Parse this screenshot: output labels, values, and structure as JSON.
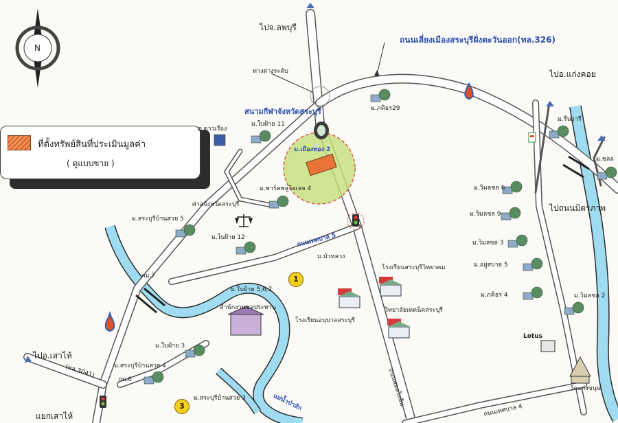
{
  "compass": {
    "north_label": "N"
  },
  "legend": {
    "title": "ที่ตั้งทรัพย์สินที่ประเมินมูลค่า",
    "subtitle": "( ดูแบบขาย )",
    "swatch_color": "#e8743a"
  },
  "colors": {
    "highway_label": "#2c4fb0",
    "river": "#8fd3ec",
    "subject_zone": "#c6e07a",
    "road": "#ffffff"
  },
  "labels": {
    "to_lopburi": "ไปจ.ลพบุรี",
    "bypass_road": "ถนนเลี่ยงเมืองสระบุรีฝั่งตะวันออก(ทล.326)",
    "to_kaeng_khoi": "ไปอ.แก่งคอย",
    "interchange": "ทางต่างระดับ",
    "stadium": "สนามกีฬาจังหวัดสระบุรี",
    "pradit_29": "ม.ภคิธร29",
    "mueang_thong_2": "ม.เมืองทอง 2",
    "dao_rueang": "ต.ดาวเรือง",
    "ban_fai_11": "ม.ใบฝ้าย 11",
    "park_ville_4": "ม.พาร์คพลูวิลเลจ 4",
    "court": "ศาลจังหวัดสระบุรี",
    "saraburi_ban_suan_5": "ม.สระบุรีบ้านสวย 5",
    "ban_fai_12": "ม.ใบฝ้าย 12",
    "soi_tessaban_5": "ถนนเทศบาล 5",
    "bua_luang": "ม.บัวหลวง",
    "km7": "กม.7",
    "ban_fai_567": "ม.ใบฝ้าย 5,6,7",
    "saraburi_school": "โรงเรียนสระบุรีวิทยาคม",
    "kindergarten": "โรงเรียนอนุบาลสระบุรี",
    "tech_college": "วิทยาลัยเทคนิคสระบุรี",
    "land_office": "สำนักงานชลประทาน",
    "ban_fai_3": "ม.ใบฝ้าย 3",
    "saraburi_ban_suan_4": "ม.สระบุรีบ้านสวย 4",
    "km6": "กม.6",
    "to_sao_hai": "ไปอ.เสาไห้",
    "route_3041": "(ทล.3041)",
    "sao_hai_district": "แยกเสาไห้",
    "saraburi_ban_suan_3": "ม.สระบุรีบ้านสวย 3",
    "pasak_river": "แม่น้ำป่าสัก",
    "phahonyothin_road": "ถนนพหลโยธิน",
    "tessaban_4": "ถนนเทศบาล 4",
    "chonlada": "ม.ชลลดา",
    "wanasiri": "ม.วิมลชล 6",
    "wimonchon_9": "ม.วิมลชล 9",
    "wimonchon_3": "ม.วิมลชล 3",
    "yu_suk_5": "ม.อยู่สบาย 5",
    "pakhithon_4": "ม.ภคิธร 4",
    "wimonchon_2": "ม.วิมลชล 2",
    "lotus": "Lotus",
    "temple": "วัดแก่งขนุน",
    "to_mittraphap": "ไปถนนมิตรภาพ",
    "ruen_wan": "ม.รื่นวารี",
    "chon_edge": "ม.ชลล"
  },
  "markers": [
    "1",
    "3"
  ]
}
